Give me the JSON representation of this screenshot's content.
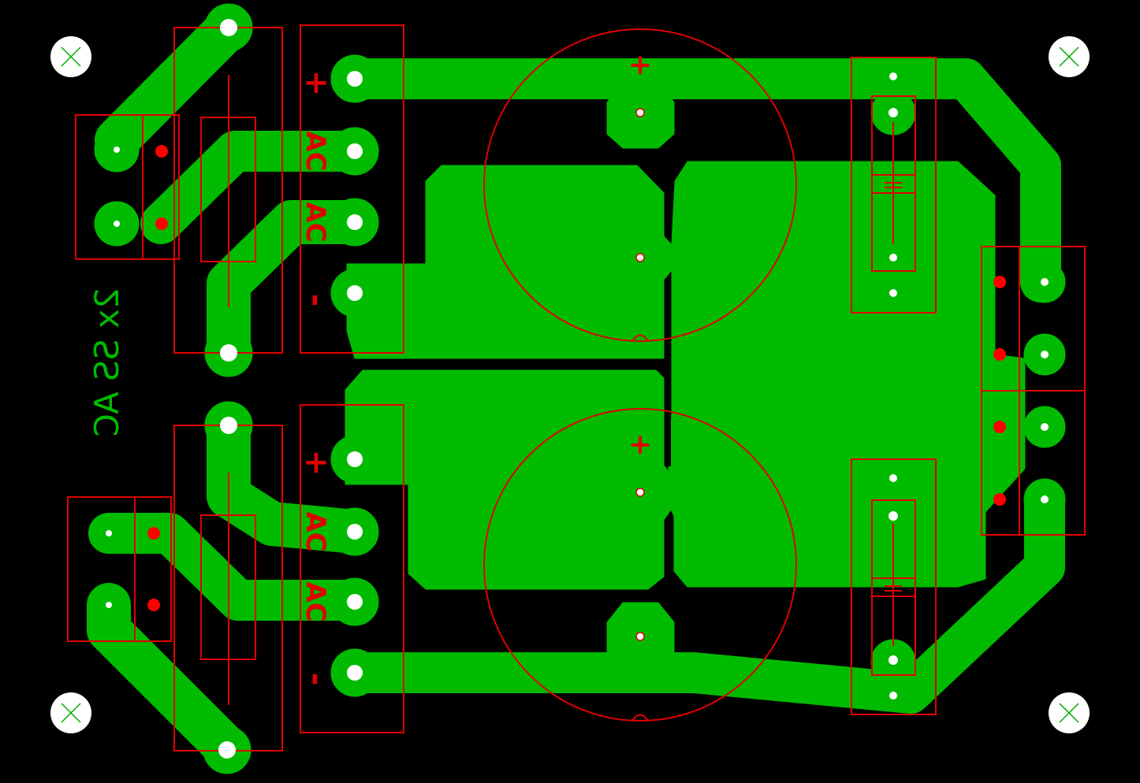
{
  "colors": {
    "background": "#000000",
    "copper": "#00BB00",
    "outline": "#E00000",
    "pad_hole": "#FFFFFF",
    "red_pad": "#FF0000",
    "mount_hole_mark": "#00AA00"
  },
  "board_text": "2x SS AC",
  "connectors": {
    "top": {
      "plus": "+",
      "ac1": "AC",
      "ac2": "AC",
      "minus": "-"
    },
    "bottom": {
      "plus": "+",
      "ac1": "AC",
      "ac2": "AC",
      "minus": "-"
    }
  },
  "capacitor_marks": {
    "top_plus": "+",
    "bottom_plus": "+"
  },
  "icons": {
    "mount_hole": "circle-with-cross-icon"
  }
}
